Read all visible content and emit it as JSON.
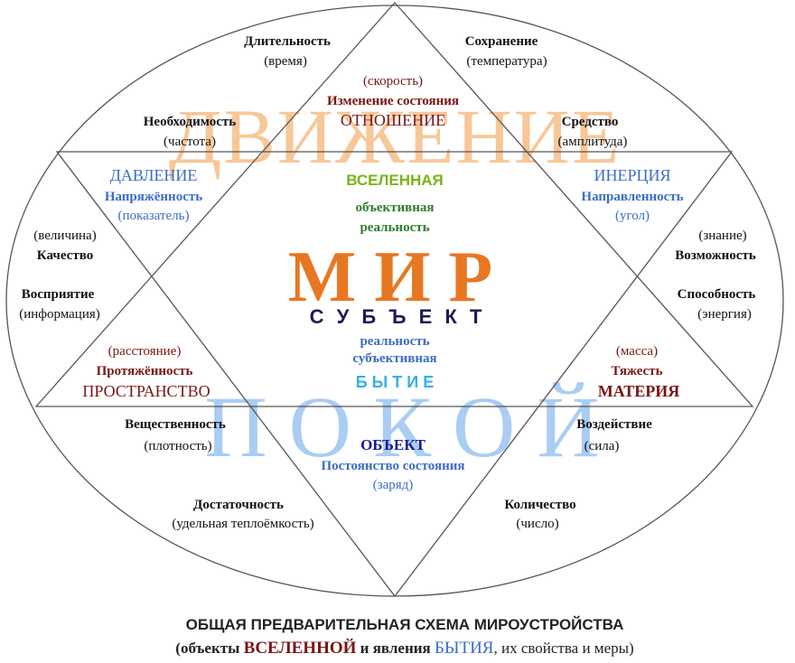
{
  "background_words": {
    "motion": "ДВИЖЕНИЕ",
    "rest": "П О К О Й"
  },
  "center": {
    "universe": "ВСЕЛЕННАЯ",
    "objective_1": "объективная",
    "objective_2": "реальность",
    "world": "М И Р",
    "subject": "С У Б Ъ Е К Т",
    "subjective_1": "реальность",
    "subjective_2": "субъективная",
    "being": "Б Ы Т И Е"
  },
  "top": {
    "speed": "(скорость)",
    "change": "Изменение состояния",
    "relation": "ОТНОШЕНИЕ"
  },
  "bottom": {
    "object": "ОБЪЕКТ",
    "constancy": "Постоянство состояния",
    "charge": "(заряд)"
  },
  "left_top": {
    "title": "ДАВЛЕНИЕ",
    "sub": "Напряжённость",
    "measure": "(показатель)"
  },
  "right_top": {
    "title": "ИНЕРЦИЯ",
    "sub": "Направленность",
    "measure": "(угол)"
  },
  "left_bottom": {
    "measure": "(расстояние)",
    "sub": "Протяжённость",
    "title": "ПРОСТРАНСТВО"
  },
  "right_bottom": {
    "measure": "(масса)",
    "sub": "Тяжесть",
    "title": "МАТЕРИЯ"
  },
  "outer": [
    {
      "name": "Длительность",
      "measure": "(время)"
    },
    {
      "name": "Сохранение",
      "measure": "(температура)"
    },
    {
      "name": "Необходимость",
      "measure": "(частота)"
    },
    {
      "name": "Средство",
      "measure": "(амплитуда)"
    },
    {
      "measure": "(величина)",
      "name": "Качество"
    },
    {
      "measure": "(знание)",
      "name": "Возможность"
    },
    {
      "name": "Восприятие",
      "measure": "(информация)"
    },
    {
      "name": "Способность",
      "measure": "(энергия)"
    },
    {
      "name": "Вещественность",
      "measure": "(плотность)"
    },
    {
      "name": "Воздействие",
      "measure": "(сила)"
    },
    {
      "name": "Достаточность",
      "measure": "(удельная теплоёмкость)"
    },
    {
      "name": "Количество",
      "measure": "(число)"
    }
  ],
  "caption": {
    "title": "ОБЩАЯ ПРЕДВАРИТЕЛЬНАЯ СХЕМА МИРОУСТРОЙСТВА",
    "line2_a": "(объекты ",
    "line2_b": "ВСЕЛЕННОЙ",
    "line2_c": " и явления ",
    "line2_d": "БЫТИЯ",
    "line2_e": ", их свойства и меры)"
  },
  "colors": {
    "red": "#7a1414",
    "blue": "#3b6cc9",
    "orange": "#e87722",
    "green": "#7ab317"
  }
}
